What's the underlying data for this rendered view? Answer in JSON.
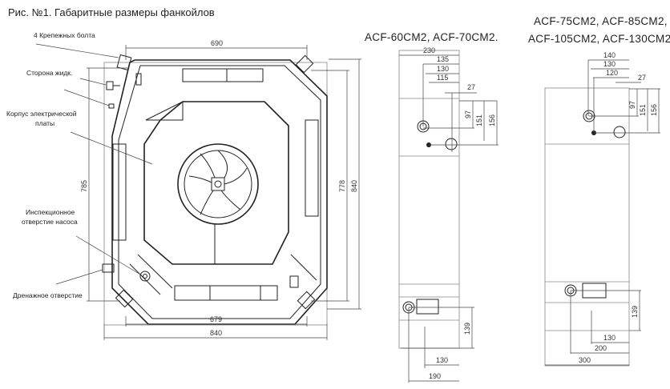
{
  "title": "Рис. №1. Габаритные размеры фанкойлов",
  "main_view": {
    "labels": {
      "bolts": "4 Крепежных болта",
      "liquid_side": "Сторона жидк.",
      "electric_box_1": "Корпус электрической",
      "electric_box_2": "платы",
      "pump_inspection_1": "Инспекционное",
      "pump_inspection_2": "отверстие насоса",
      "drain": "Дренажное отверстие"
    },
    "dims": {
      "top": "690",
      "bottom_inner": "679",
      "bottom_outer": "840",
      "left": "785",
      "right_inner": "778",
      "right_outer": "840"
    }
  },
  "side_view_small": {
    "title": "ACF-60CM2, ACF-70CM2.",
    "dims": {
      "d230": "230",
      "d135": "135",
      "d130": "130",
      "d115": "115",
      "d27": "27",
      "d97": "97",
      "d151": "151",
      "d156": "156",
      "d139": "139",
      "b130": "130",
      "b190": "190"
    }
  },
  "side_view_large": {
    "title_1": "ACF-75CM2, ACF-85CM2,",
    "title_2": "ACF-105CM2, ACF-130CM2.",
    "dims": {
      "d140": "140",
      "d130": "130",
      "d120": "120",
      "d27": "27",
      "d97": "97",
      "d151": "151",
      "d156": "156",
      "d139": "139",
      "b130": "130",
      "b200": "200",
      "b300": "300"
    }
  }
}
